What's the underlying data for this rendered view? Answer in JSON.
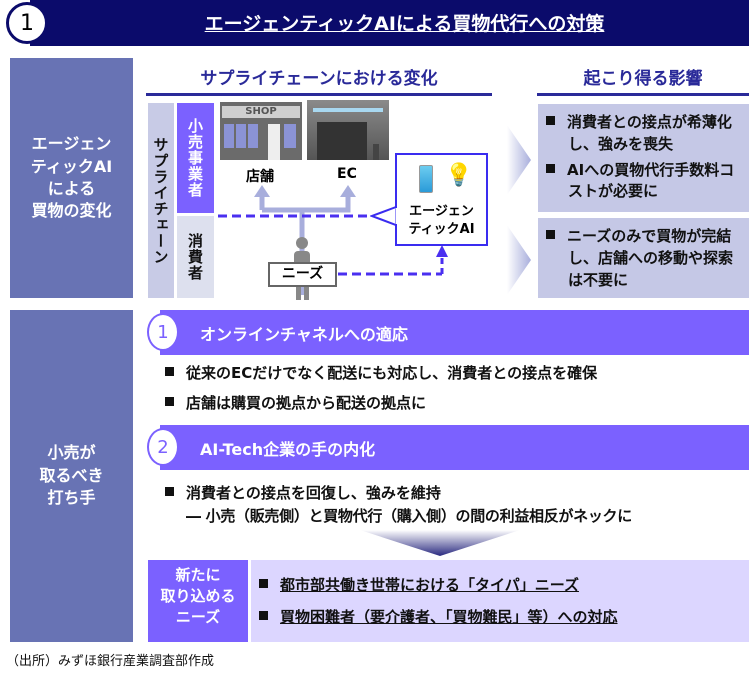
{
  "header": {
    "number": "1",
    "title": "エージェンティックAIによる買物代行への対策"
  },
  "section1": {
    "left_label": [
      "エージェン",
      "ティックAI",
      "による",
      "買物の変化"
    ],
    "heading_left": "サプライチェーンにおける変化",
    "heading_right": "起こり得る影響",
    "supply_chain_label": "サプライチェーン",
    "retailer_label": "小売事業者",
    "consumer_label": "消費者",
    "shop_sign": "SHOP",
    "store_label": "店舗",
    "ec_label": "EC",
    "ai_label": [
      "エージェン",
      "ティックAI"
    ],
    "needs_label": "ニーズ",
    "impacts": [
      "消費者との接点が希薄化し、強みを喪失",
      "AIへの買物代行手数料コストが必要に",
      "ニーズのみで買物が完結し、店舗への移動や探索は不要に"
    ]
  },
  "section2": {
    "left_label": [
      "小売が",
      "取るべき",
      "打ち手"
    ],
    "measures": [
      {
        "number": "1",
        "title": "オンラインチャネルへの適応",
        "bullets": [
          "従来のECだけでなく配送にも対応し、消費者との接点を確保",
          "店舗は購買の拠点から配送の拠点に"
        ]
      },
      {
        "number": "2",
        "title": "AI-Tech企業の手の内化",
        "bullets": [
          "消費者との接点を回復し、強みを維持"
        ],
        "sub": "― 小売（販売側）と買物代行（購入側）の間の利益相反がネックに"
      }
    ],
    "needs_label": [
      "新たに",
      "取り込める",
      "ニーズ"
    ],
    "needs": [
      "都市部共働き世帯における「タイパ」ニーズ",
      "買物困難者（要介護者、「買物難民」等）への対応"
    ]
  },
  "footer": "（出所）みずほ銀行産業調査部作成",
  "colors": {
    "navy": "#0b0b6b",
    "slate": "#6873b4",
    "purple": "#7b61ff",
    "lavender": "#c5c8e6",
    "dash": "#4a2ff0"
  }
}
